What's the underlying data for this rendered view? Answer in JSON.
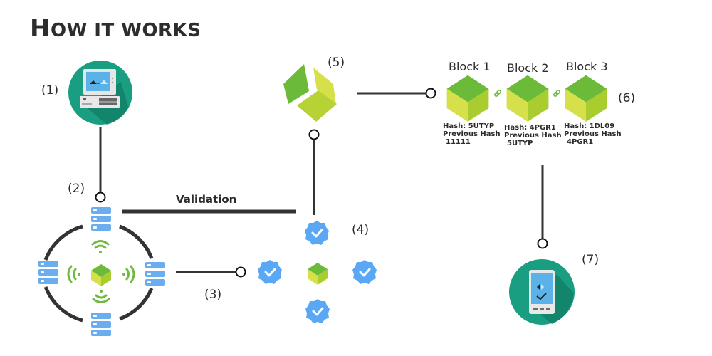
{
  "title": {
    "first_letter": "H",
    "rest": "OW IT WORKS"
  },
  "steps": {
    "s1": "(1)",
    "s2": "(2)",
    "s3": "(3)",
    "s4": "(4)",
    "s5": "(5)",
    "s6": "(6)",
    "s7": "(7)"
  },
  "validation_label": "Validation",
  "blocks": [
    {
      "title": "Block 1",
      "hash_label": "Hash:",
      "hash": "5UTYP",
      "prev_label": "Previous Hash",
      "prev": "11111"
    },
    {
      "title": "Block 2",
      "hash_label": "Hash:",
      "hash": "4PGR1",
      "prev_label": "Previous Hash",
      "prev": "5UTYP"
    },
    {
      "title": "Block 3",
      "hash_label": "Hash:",
      "hash": "1DL09",
      "prev_label": "Previous Hash",
      "prev": "4PGR1"
    }
  ],
  "icons": {
    "computer": "computer-icon",
    "server": "server-icon",
    "wifi": "wifi-signal-icon",
    "cube": "block-cube-icon",
    "badge": "verified-badge-icon",
    "link": "chain-link-icon",
    "phone": "smartphone-icon"
  },
  "colors": {
    "teal": "#1a9e82",
    "teal_shadow": "#137a64",
    "server_blue": "#6aaef0",
    "wifi_green": "#72b944",
    "cube_top": "#6cba3a",
    "cube_right": "#b7d234",
    "cube_left": "#d7e04a",
    "line": "#333333",
    "badge_blue": "#5aa8f5"
  }
}
